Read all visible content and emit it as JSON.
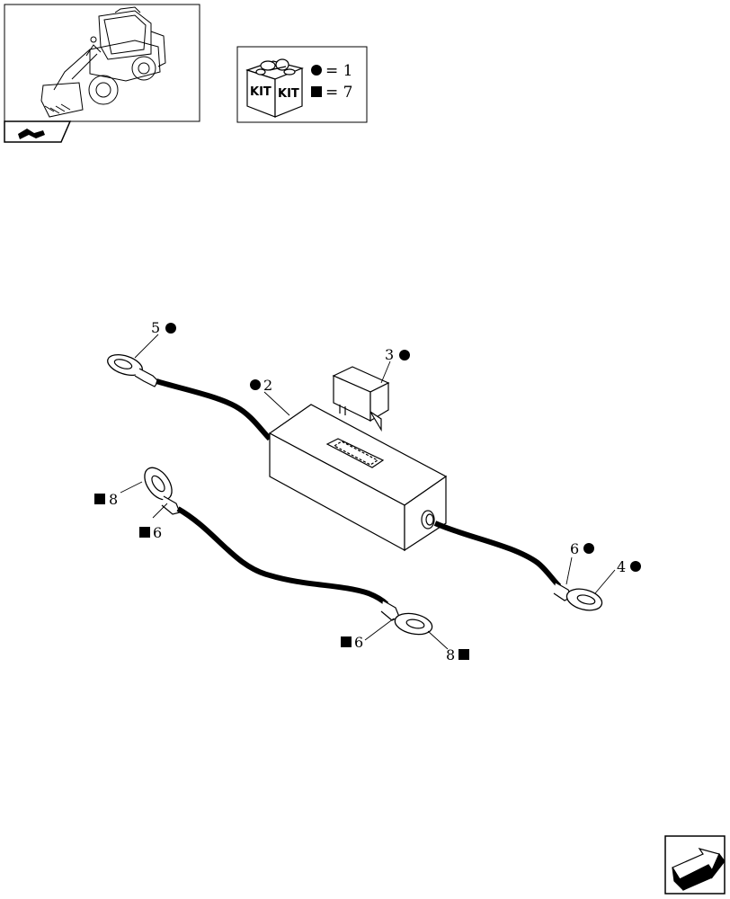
{
  "kit_legend": {
    "kit_label_left": "KIT",
    "kit_label_right": "KIT",
    "circle_entry": "= 1",
    "square_entry": "= 7"
  },
  "callouts": {
    "c5": "5",
    "c3": "3",
    "c2": "2",
    "c8_left": "8",
    "c6_left": "6",
    "c6_right": "6",
    "c4": "4",
    "c6_bottom": "6",
    "c8_bottom": "8"
  },
  "icons": [
    "machine-thumbnail-icon",
    "kit-box-icon",
    "filled-circle-icon",
    "filled-square-icon",
    "next-page-arrow-icon",
    "arrow-tab-icon"
  ]
}
